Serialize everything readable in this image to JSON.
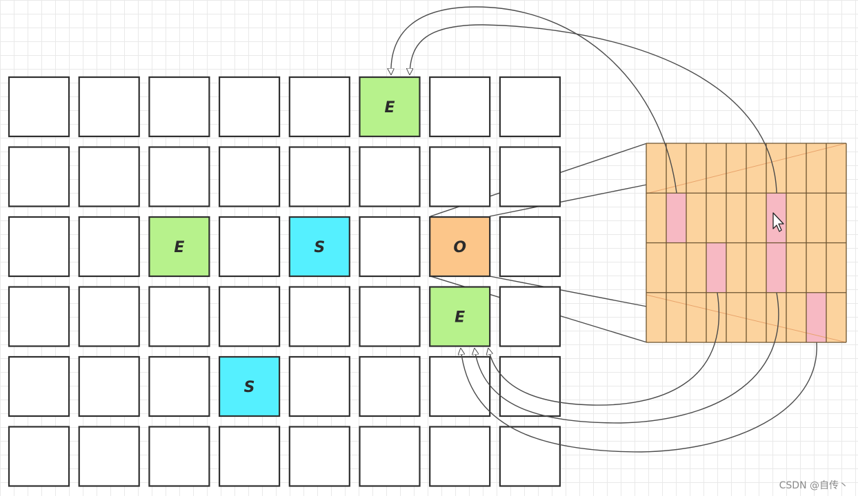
{
  "grid": {
    "rows": 6,
    "cols": 8,
    "special_cells": [
      {
        "row": 0,
        "col": 5,
        "label": "E",
        "kind": "enemy"
      },
      {
        "row": 2,
        "col": 2,
        "label": "E",
        "kind": "enemy"
      },
      {
        "row": 2,
        "col": 4,
        "label": "S",
        "kind": "self"
      },
      {
        "row": 2,
        "col": 6,
        "label": "O",
        "kind": "origin"
      },
      {
        "row": 3,
        "col": 6,
        "label": "E",
        "kind": "enemy"
      },
      {
        "row": 4,
        "col": 3,
        "label": "S",
        "kind": "self"
      }
    ]
  },
  "bit_matrix": {
    "rows": 4,
    "cols": 10,
    "highlighted": [
      {
        "row": 1,
        "col": 1
      },
      {
        "row": 1,
        "col": 6
      },
      {
        "row": 2,
        "col": 3
      },
      {
        "row": 2,
        "col": 6
      },
      {
        "row": 3,
        "col": 8
      }
    ]
  },
  "colors": {
    "empty_cell": "#ffffff",
    "cell_border": "#2e2e2e",
    "enemy": "#b7f28c",
    "self": "#55f0ff",
    "origin": "#fcc68a",
    "matrix_fill": "#fcd39e",
    "matrix_highlight": "#f7b9c3",
    "matrix_border": "#6b5330",
    "connector": "#4a4a4a"
  },
  "watermark": "CSDN @自传丶"
}
